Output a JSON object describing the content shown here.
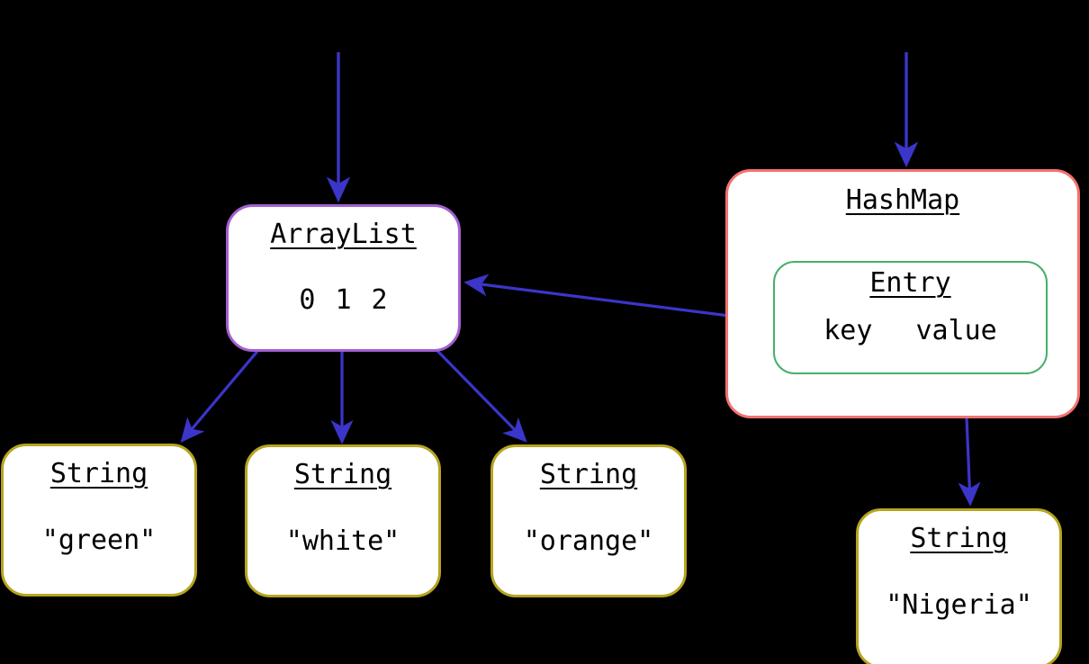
{
  "diagram": {
    "title": "java-object-reference-diagram",
    "background": "#000000",
    "arrow_color": "#3b35c9",
    "nodes": [
      {
        "id": "arraylist",
        "type": "ArrayList",
        "title": "ArrayList",
        "border_color": "#a35fd1",
        "fill": "#ffffff",
        "indices": [
          "0",
          "1",
          "2"
        ]
      },
      {
        "id": "hashmap",
        "type": "HashMap",
        "title": "HashMap",
        "border_color": "#f4726f",
        "fill": "#ffffff",
        "child": {
          "id": "entry",
          "title": "Entry",
          "border_color": "#45b06d",
          "fields": [
            "key",
            "value"
          ]
        }
      },
      {
        "id": "string-green",
        "type": "String",
        "title": "String",
        "value": "\"green\"",
        "border_color": "#b6a41f",
        "fill": "#ffffff"
      },
      {
        "id": "string-white",
        "type": "String",
        "title": "String",
        "value": "\"white\"",
        "border_color": "#b6a41f",
        "fill": "#ffffff"
      },
      {
        "id": "string-orange",
        "type": "String",
        "title": "String",
        "value": "\"orange\"",
        "border_color": "#b6a41f",
        "fill": "#ffffff"
      },
      {
        "id": "string-nigeria",
        "type": "String",
        "title": "String",
        "value": "\"Nigeria\"",
        "border_color": "#b6a41f",
        "fill": "#ffffff"
      }
    ],
    "edges": [
      {
        "id": "ref-to-arraylist",
        "from": "external-reference",
        "to": "arraylist"
      },
      {
        "id": "ref-to-hashmap",
        "from": "external-reference",
        "to": "hashmap"
      },
      {
        "id": "arraylist-0-to-green",
        "from": "arraylist.0",
        "to": "string-green"
      },
      {
        "id": "arraylist-1-to-white",
        "from": "arraylist.1",
        "to": "string-white"
      },
      {
        "id": "arraylist-2-to-orange",
        "from": "arraylist.2",
        "to": "string-orange"
      },
      {
        "id": "entry-key-to-arraylist",
        "from": "entry.key",
        "to": "arraylist"
      },
      {
        "id": "entry-value-to-nigeria",
        "from": "entry.value",
        "to": "string-nigeria"
      }
    ]
  },
  "arraylist": {
    "title": "ArrayList",
    "index_0": "0",
    "index_1": "1",
    "index_2": "2"
  },
  "hashmap": {
    "title": "HashMap",
    "entry": {
      "title": "Entry",
      "key_label": "key",
      "value_label": "value"
    }
  },
  "strings": {
    "green": {
      "title": "String",
      "value": "\"green\""
    },
    "white": {
      "title": "String",
      "value": "\"white\""
    },
    "orange": {
      "title": "String",
      "value": "\"orange\""
    },
    "nigeria": {
      "title": "String",
      "value": "\"Nigeria\""
    }
  }
}
